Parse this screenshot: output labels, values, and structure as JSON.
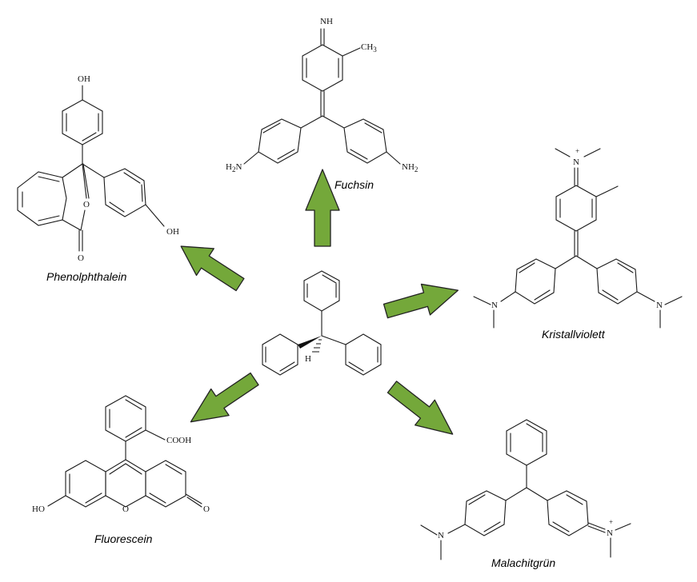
{
  "captions": {
    "fuchsin": "Fuchsin",
    "phenolphthalein": "Phenolphthalein",
    "kristallviolett": "Kristallviolett",
    "fluorescein": "Fluorescein",
    "malachitgruen": "Malachitgrün"
  },
  "atoms": {
    "fuchsin": {
      "imine": "NH",
      "methyl": "CH",
      "methyl_sub": "3",
      "amine_left": "H",
      "amine_left_sub": "2",
      "amine_left_n": "N",
      "amine_right": "NH",
      "amine_right_sub": "2"
    },
    "phenolphthalein": {
      "oh_top": "OH",
      "oh_right": "OH",
      "ring_o": "O",
      "carbonyl_o": "O"
    },
    "kristallviolett": {
      "n_plus": "N",
      "charge": "+",
      "n_left": "N",
      "n_right": "N"
    },
    "fluorescein": {
      "cooh": "COOH",
      "ho": "HO",
      "ring_o": "O",
      "carbonyl_o": "O"
    },
    "malachitgruen": {
      "n_left": "N",
      "n_plus": "N",
      "charge": "+"
    },
    "center": {
      "h": "H"
    }
  },
  "colors": {
    "arrow_fill": "#74a83a",
    "arrow_stroke": "#222222",
    "bond": "#1a1a1a"
  }
}
